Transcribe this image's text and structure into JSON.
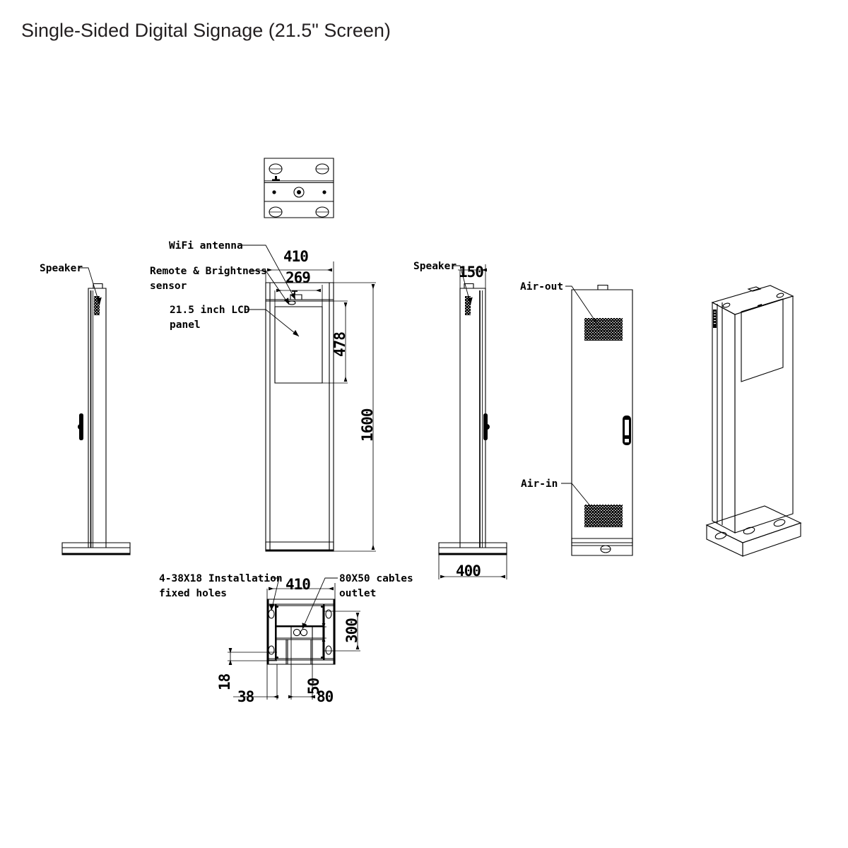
{
  "header": {
    "title": "Single-Sided Digital Signage (21.5\" Screen)"
  },
  "colors": {
    "line": "#000000",
    "background": "#ffffff",
    "title_text": "#231f20"
  },
  "views": [
    {
      "id": "left-side-view",
      "name": "Left Side Elevation"
    },
    {
      "id": "front-view",
      "name": "Front Elevation"
    },
    {
      "id": "right-side-view",
      "name": "Right Side Elevation"
    },
    {
      "id": "rear-view",
      "name": "Rear Elevation"
    },
    {
      "id": "isometric-view",
      "name": "Isometric View"
    },
    {
      "id": "top-detail-view",
      "name": "Top Plate Detail"
    },
    {
      "id": "base-plan-view",
      "name": "Base Plan View"
    }
  ],
  "annotations": {
    "speaker_left": "Speaker",
    "speaker_right": "Speaker",
    "wifi_antenna": "WiFi antenna",
    "remote_sensor_line1": "Remote & Brightness",
    "remote_sensor_line2": "sensor",
    "lcd_panel_line1": "21.5 inch LCD",
    "lcd_panel_line2": "panel",
    "air_out": "Air-out",
    "air_in": "Air-in",
    "fixed_holes_line1": "4-38X18 Installation",
    "fixed_holes_line2": "fixed holes",
    "cables_outlet_line1": "80X50 cables",
    "cables_outlet_line2": "outlet"
  },
  "dimensions": {
    "front_width": "410",
    "screen_width": "269",
    "screen_height": "478",
    "total_height": "1600",
    "side_depth": "150",
    "base_depth": "400",
    "plan_width": "410",
    "plan_depth": "300",
    "hole_offset": "38",
    "hole_size": "18",
    "outlet_width": "80",
    "outlet_depth": "50"
  }
}
